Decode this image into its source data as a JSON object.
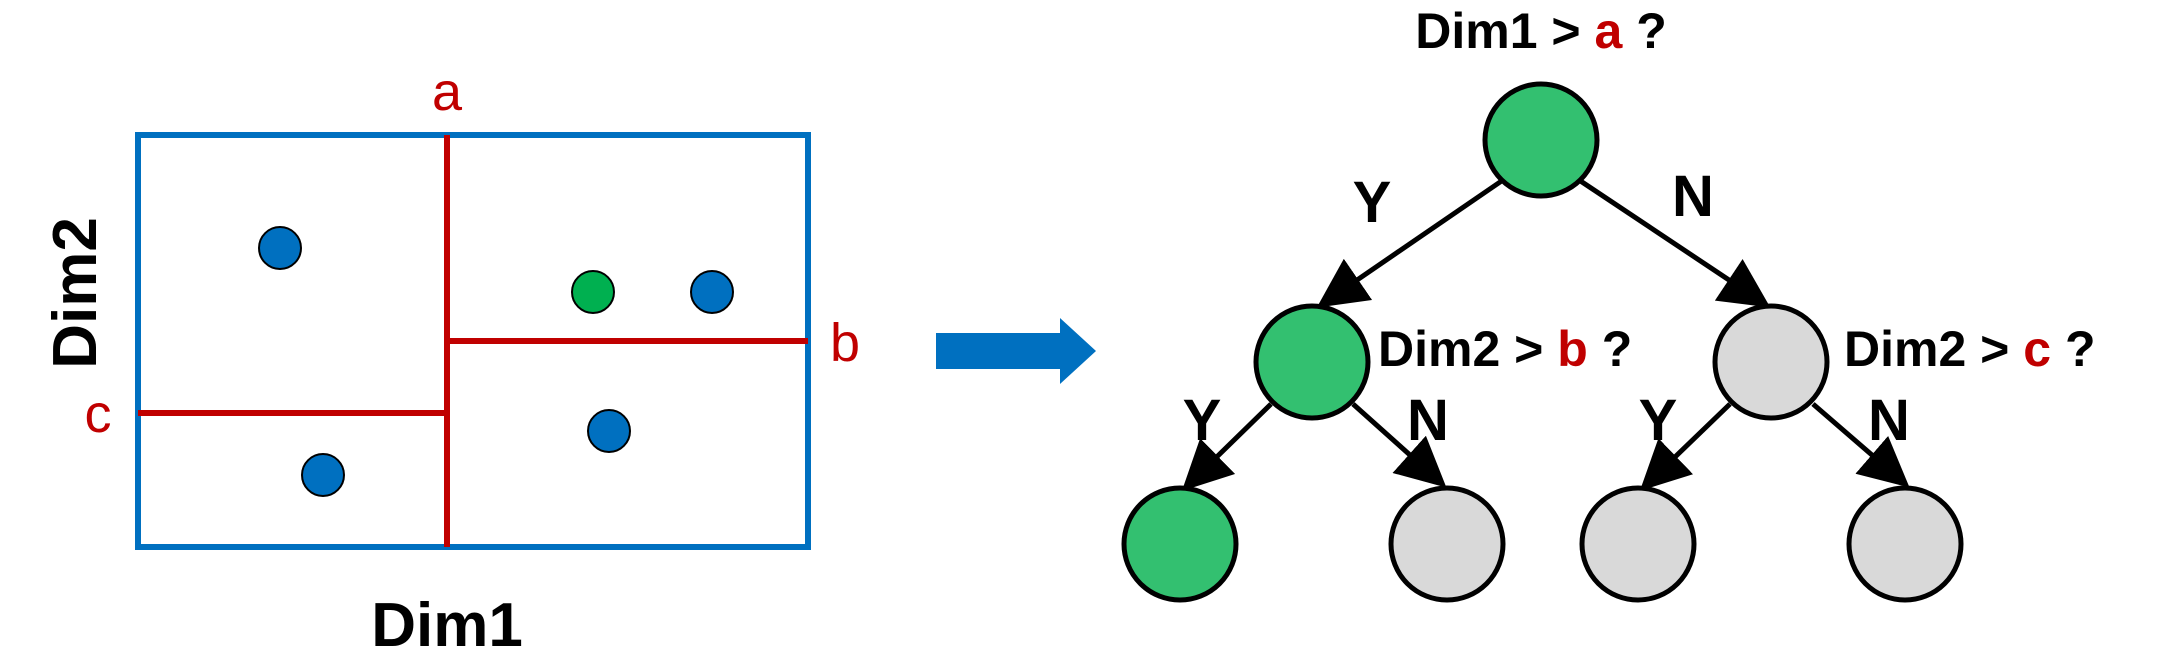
{
  "colors": {
    "box": "#0070c0",
    "split": "#c00000",
    "point_blue": "#0070c0",
    "point_green": "#00b050",
    "node_green": "#33c070",
    "node_gray": "#d9d9d9",
    "arrow": "#0070c0",
    "edge": "#000000"
  },
  "partition": {
    "x_axis_label": "Dim1",
    "y_axis_label": "Dim2",
    "split_a": "a",
    "split_b": "b",
    "split_c": "c"
  },
  "tree": {
    "root": {
      "prefix": "Dim1 > ",
      "var": "a",
      "suffix": " ?"
    },
    "left": {
      "prefix": "Dim2 > ",
      "var": "b",
      "suffix": " ?"
    },
    "right": {
      "prefix": "Dim2 > ",
      "var": "c",
      "suffix": " ?"
    },
    "yes": "Y",
    "no": "N"
  }
}
